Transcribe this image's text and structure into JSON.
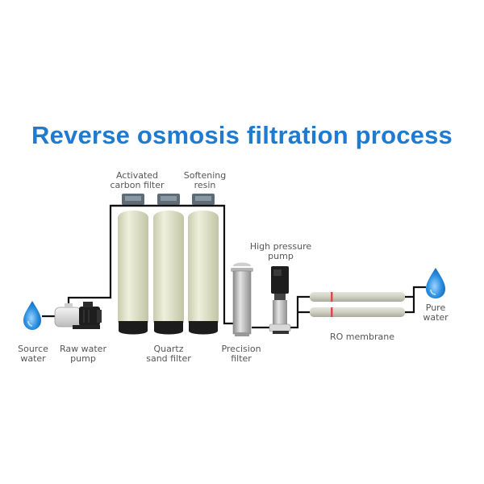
{
  "title": "Reverse osmosis filtration process",
  "colors": {
    "title": "#1f7ad0",
    "water_drop": "#2a8fe0",
    "pipe": "#111111",
    "tank_body": "#dde0c4",
    "tank_base": "#1c1c1c",
    "membrane": "#cfd0c2",
    "membrane_band": "#d94a4a",
    "label": "#555555"
  },
  "components": [
    {
      "id": "source-water",
      "icon": "water-drop-icon",
      "label_lines": [
        "Source",
        "water"
      ]
    },
    {
      "id": "raw-water-pump",
      "icon": "pump-icon",
      "label_lines": [
        "Raw water",
        "pump"
      ]
    },
    {
      "id": "activated-carbon-filter",
      "icon": "filter-tank-icon",
      "label_lines": [
        "Activated",
        "carbon filter"
      ]
    },
    {
      "id": "quartz-sand-filter",
      "icon": "filter-tank-icon",
      "label_lines": [
        "Quartz",
        "sand filter"
      ]
    },
    {
      "id": "softening-resin",
      "icon": "filter-tank-icon",
      "label_lines": [
        "Softening",
        "resin"
      ]
    },
    {
      "id": "precision-filter",
      "icon": "cartridge-filter-icon",
      "label_lines": [
        "Precision",
        "filter"
      ]
    },
    {
      "id": "high-pressure-pump",
      "icon": "vertical-pump-icon",
      "label_lines": [
        "High pressure",
        "pump"
      ]
    },
    {
      "id": "ro-membrane",
      "icon": "membrane-icon",
      "label_lines": [
        "RO membrane"
      ]
    },
    {
      "id": "pure-water",
      "icon": "water-drop-icon",
      "label_lines": [
        "Pure",
        "water"
      ]
    }
  ]
}
